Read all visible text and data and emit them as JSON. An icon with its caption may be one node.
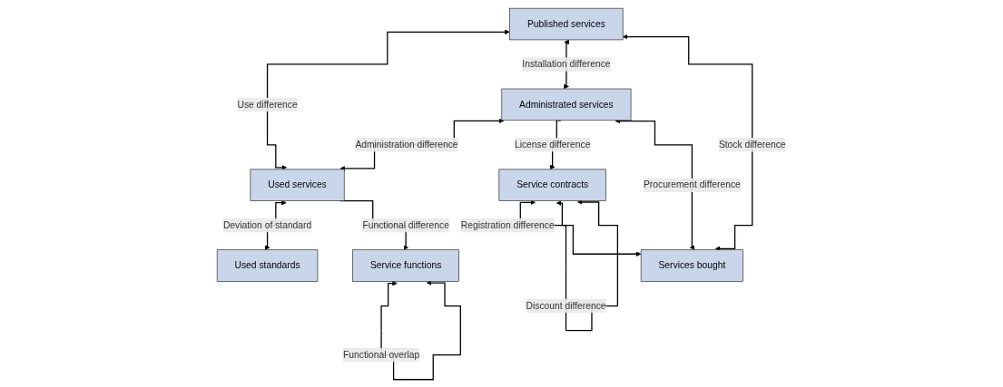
{
  "diagram": {
    "nodes": [
      {
        "text": [
          "Published services"
        ]
      },
      {
        "text": [
          "Services bought"
        ]
      },
      {
        "text": [
          "Administrated services"
        ]
      },
      {
        "text": [
          "Used services"
        ]
      },
      {
        "text": [
          "Used standards"
        ]
      },
      {
        "text": [
          "Service contracts"
        ]
      },
      {
        "text": [
          "Service functions"
        ]
      }
    ],
    "edges": [
      {
        "from": 1,
        "to": 0,
        "arrow": "both",
        "label": "Stock difference"
      },
      {
        "from": 0,
        "to": 3,
        "arrow": "both",
        "label": "Use difference"
      },
      {
        "from": 0,
        "to": 2,
        "arrow": "both",
        "label": "Installation difference"
      },
      {
        "from": 1,
        "to": 2,
        "arrow": "both",
        "label": "Procurement difference"
      },
      {
        "from": 2,
        "to": 3,
        "arrow": "both",
        "label": "Administration difference"
      },
      {
        "from": 3,
        "to": 4,
        "arrow": "both",
        "label": "Deviation of standard"
      },
      {
        "from": 2,
        "to": 5,
        "arrow": "to",
        "label": "License difference"
      },
      {
        "from": 3,
        "to": 6,
        "arrow": "to",
        "label": "Functional difference"
      },
      {
        "from": 5,
        "to": 1,
        "arrow": "both",
        "label": "Registration difference"
      },
      {
        "from": 5,
        "to": 5,
        "arrow": "both",
        "label": "Discount difference"
      },
      {
        "from": 6,
        "to": 6,
        "arrow": "both",
        "label": "Functional overlap"
      }
    ]
  }
}
